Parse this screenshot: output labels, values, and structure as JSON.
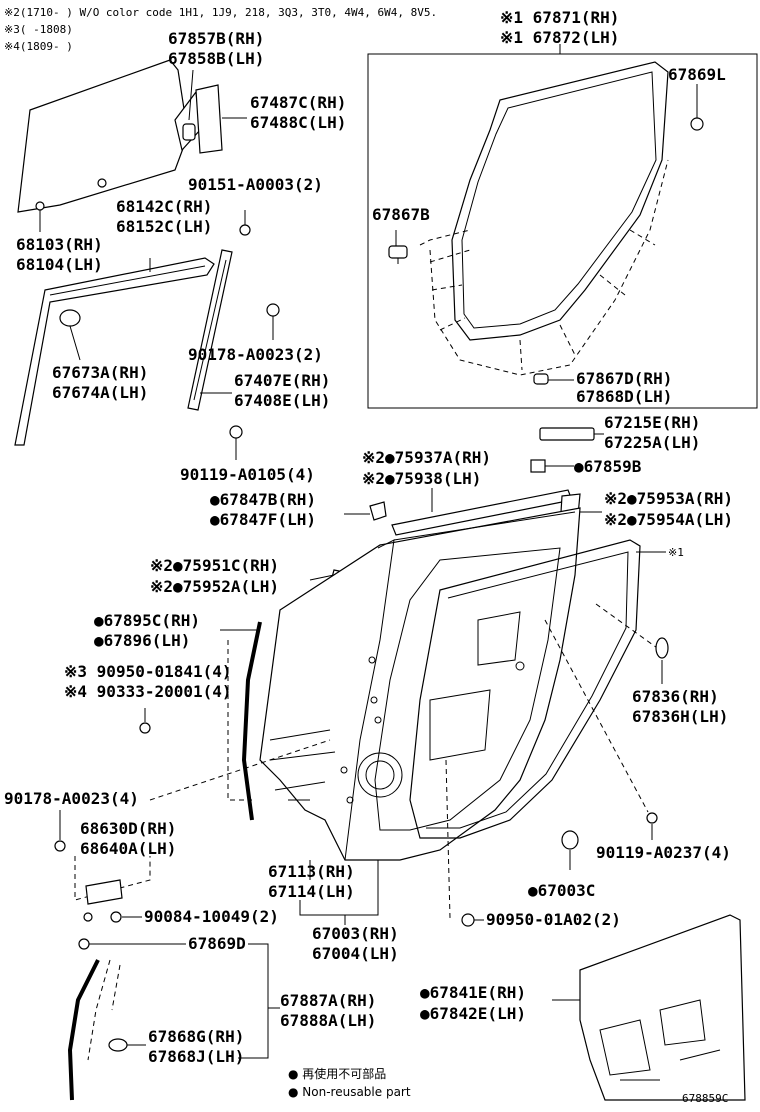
{
  "notes": {
    "n2": "※2(1710-     ) W/O color code 1H1, 1J9, 218, 3Q3, 3T0, 4W4, 6W4, 8V5.",
    "n3": "※3(     -1808)",
    "n4": "※4(1809-     )"
  },
  "labels": {
    "p67871": "※1 67871(RH)",
    "p67872": "※1 67872(LH)",
    "p67869L": "67869L",
    "p67867B": "67867B",
    "p67867D": "67867D(RH)",
    "p67868D": "67868D(LH)",
    "p67857B": "67857B(RH)",
    "p67858B": "67858B(LH)",
    "p67487C": "67487C(RH)",
    "p67488C": "67488C(LH)",
    "p90151": "90151-A0003(2)",
    "p68142C": "68142C(RH)",
    "p68152C": "68152C(LH)",
    "p68103": "68103(RH)",
    "p68104": "68104(LH)",
    "p90178a": "90178-A0023(2)",
    "p67673A": "67673A(RH)",
    "p67674A": "67674A(LH)",
    "p67407E": "67407E(RH)",
    "p67408E": "67408E(LH)",
    "p90119a": "90119-A0105(4)",
    "p67215E": "67215E(RH)",
    "p67225A": "67225A(LH)",
    "p75937A": "※2●75937A(RH)",
    "p75938": "※2●75938(LH)",
    "p67859B": "●67859B",
    "p67847B": "●67847B(RH)",
    "p67847F": "●67847F(LH)",
    "p75953A": "※2●75953A(RH)",
    "p75954A": "※2●75954A(LH)",
    "p75951C": "※2●75951C(RH)",
    "p75952A": "※2●75952A(LH)",
    "p1": "※1",
    "p67895C": "●67895C(RH)",
    "p67896": "●67896(LH)",
    "p90950a": "※3 90950-01841(4)",
    "p90333": "※4 90333-20001(4)",
    "p67836": "67836(RH)",
    "p67836H": "67836H(LH)",
    "p90178b": "90178-A0023(4)",
    "p68630D": "68630D(RH)",
    "p68640A": "68640A(LH)",
    "p67113": "67113(RH)",
    "p67114": "67114(LH)",
    "p90119b": "90119-A0237(4)",
    "p67003C": "●67003C",
    "p90084": "90084-10049(2)",
    "p67003": "67003(RH)",
    "p67004": "67004(LH)",
    "p90950b": "90950-01A02(2)",
    "p67869D": "67869D",
    "p67887A": "67887A(RH)",
    "p67888A": "67888A(LH)",
    "p67841E": "●67841E(RH)",
    "p67842E": "●67842E(LH)",
    "p67868G": "67868G(RH)",
    "p67868J": "67868J(LH)"
  },
  "legend": {
    "line_ja": "● 再使用不可部品",
    "line_en": "● Non-reusable part"
  },
  "figure_code": "678859C"
}
